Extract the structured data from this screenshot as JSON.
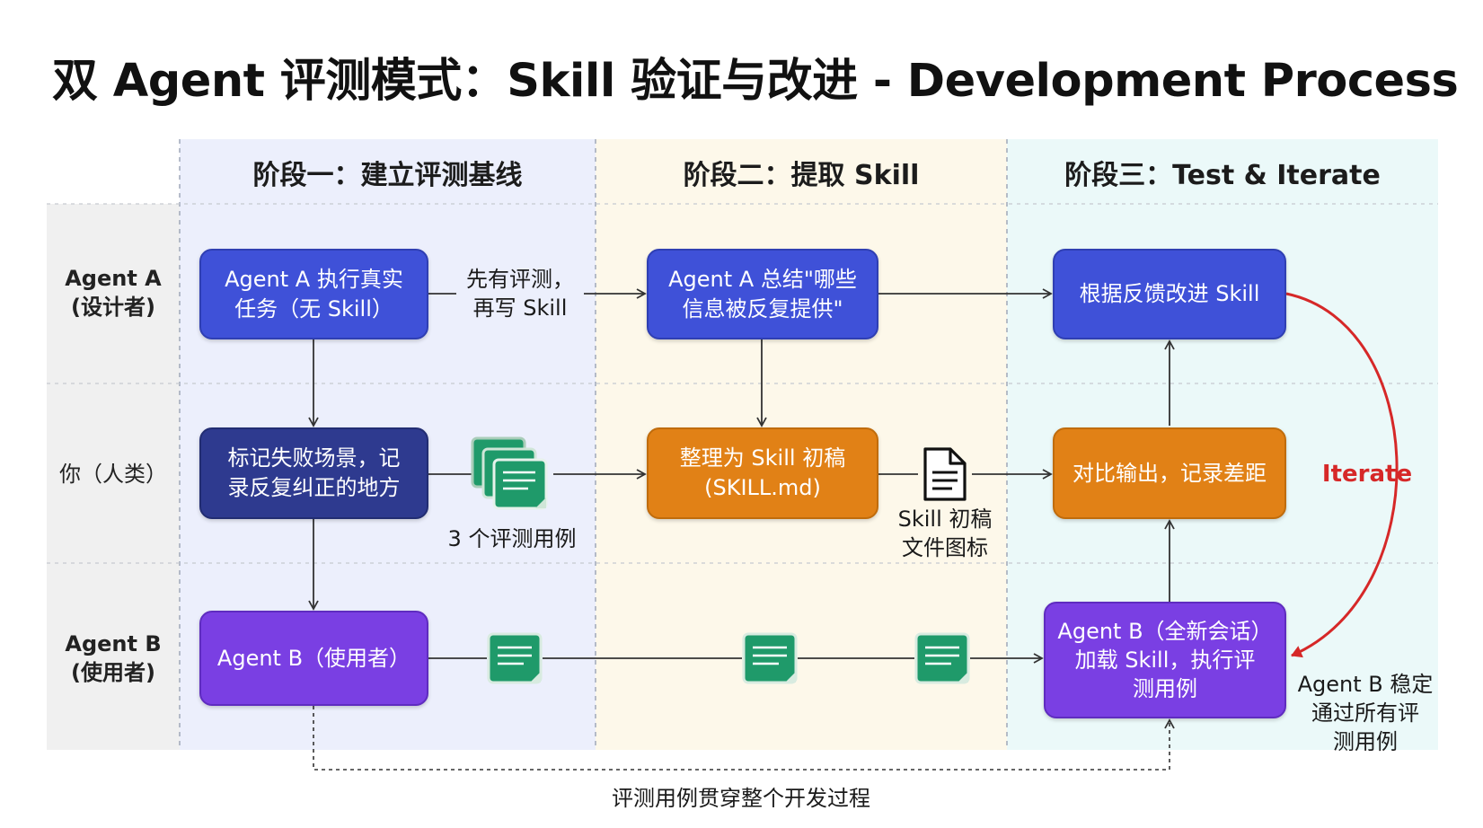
{
  "title": "双 Agent 评测模式：Skill 验证与改进 - Development Process",
  "phases": [
    {
      "label": "阶段一：建立评测基线"
    },
    {
      "label": "阶段二：提取 Skill"
    },
    {
      "label": "阶段三：Test & Iterate"
    }
  ],
  "roles": {
    "agent_a": [
      "Agent A",
      "(设计者)"
    ],
    "human": "你（人类）",
    "agent_b": [
      "Agent B",
      "(使用者)"
    ]
  },
  "boxes": {
    "a_exec": [
      "Agent A 执行真实",
      "任务（无 Skill）"
    ],
    "mark_failures": [
      "标记失败场景，记",
      "录反复纠正的地方"
    ],
    "agent_b_user": "Agent B（使用者）",
    "a_summary": [
      "Agent A 总结\"哪些",
      "信息被反复提供\""
    ],
    "draft_skill": [
      "整理为 Skill 初稿",
      "(SKILL.md)"
    ],
    "improve_skill": "根据反馈改进 Skill",
    "compare_output": "对比输出，记录差距",
    "b_load_skill": [
      "Agent B（全新会话）",
      "加载 Skill，执行评",
      "测用例"
    ]
  },
  "labels": {
    "eval_first": [
      "先有评测，",
      "再写 Skill"
    ],
    "test_cases": "3 个评测用例",
    "skill_draft_icon": [
      "Skill 初稿",
      "文件图标"
    ],
    "iterate": "Iterate",
    "b_stable": [
      "Agent B 稳定",
      "通过所有评",
      "测用例"
    ],
    "throughout": "评测用例贯穿整个开发过程"
  },
  "colors": {
    "phase1_bg": "#eceffc",
    "phase2_bg": "#fdf8ea",
    "phase3_bg": "#ebf9f9",
    "blue_box": "#3f51d8",
    "navy_box": "#2e3a8f",
    "orange_box": "#e18116",
    "purple_box": "#7a3fe3",
    "doc_green": "#1f9a6a",
    "iterate_red": "#d62828"
  },
  "icons": [
    "test-case-stack-icon",
    "test-case-icon",
    "document-icon"
  ]
}
